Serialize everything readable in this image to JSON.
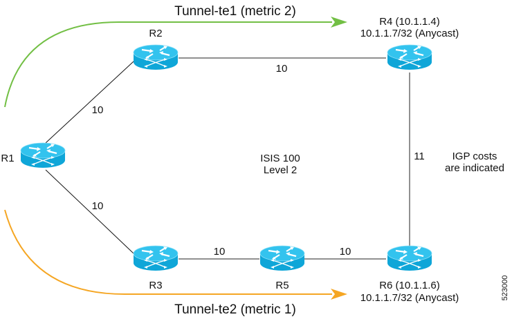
{
  "diagram": {
    "colors": {
      "router_body": "#1ab7e6",
      "router_top": "#39c6ef",
      "router_side": "#0f9fd0",
      "tunnel1": "#72bf44",
      "tunnel2": "#f5a623",
      "link": "#6b6b6b"
    },
    "tunnels": [
      {
        "id": "tunnel-te1",
        "label": "Tunnel-te1 (metric 2)"
      },
      {
        "id": "tunnel-te2",
        "label": "Tunnel-te2 (metric 1)"
      }
    ],
    "routers": [
      {
        "id": "R1",
        "label": "R1",
        "icon": "router-icon"
      },
      {
        "id": "R2",
        "label": "R2",
        "icon": "router-icon"
      },
      {
        "id": "R3",
        "label": "R3",
        "icon": "router-icon"
      },
      {
        "id": "R4",
        "label_line1": "R4 (10.1.1.4)",
        "label_line2": "10.1.1.7/32 (Anycast)",
        "icon": "router-icon"
      },
      {
        "id": "R5",
        "label": "R5",
        "icon": "router-icon"
      },
      {
        "id": "R6",
        "label_line1": "R6 (10.1.1.6)",
        "label_line2": "10.1.1.7/32 (Anycast)",
        "icon": "router-icon"
      }
    ],
    "links": [
      {
        "from": "R1",
        "to": "R2",
        "cost": "10"
      },
      {
        "from": "R2",
        "to": "R4",
        "cost": "10"
      },
      {
        "from": "R1",
        "to": "R3",
        "cost": "10"
      },
      {
        "from": "R3",
        "to": "R5",
        "cost": "10"
      },
      {
        "from": "R5",
        "to": "R6",
        "cost": "10"
      },
      {
        "from": "R4",
        "to": "R6",
        "cost": "11"
      }
    ],
    "center_label": {
      "line1": "ISIS 100",
      "line2": "Level 2"
    },
    "note": {
      "line1": "IGP costs",
      "line2": "are indicated"
    },
    "figure_id": "523000"
  }
}
